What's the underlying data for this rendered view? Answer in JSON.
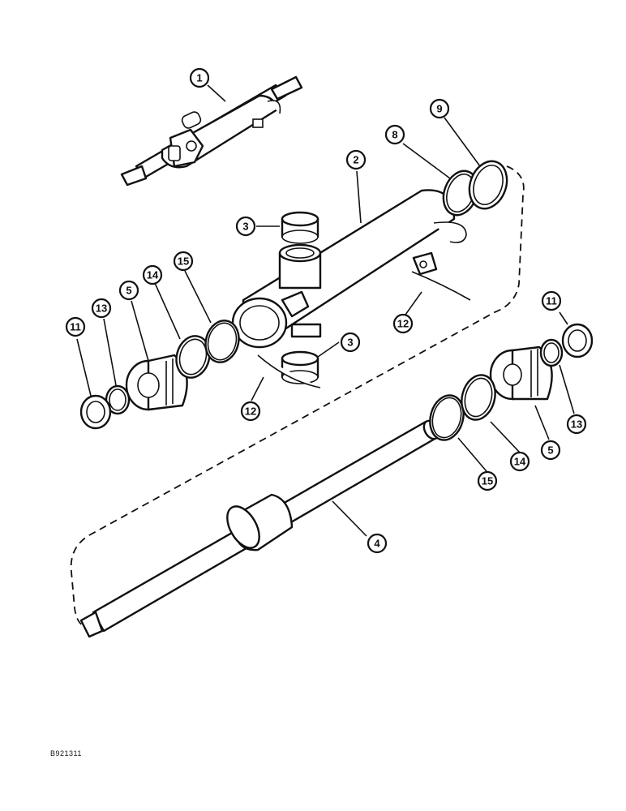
{
  "drawing_id": "B921311",
  "callouts": [
    {
      "id": "c1",
      "label": "1"
    },
    {
      "id": "c2",
      "label": "2"
    },
    {
      "id": "c3a",
      "label": "3"
    },
    {
      "id": "c3b",
      "label": "3"
    },
    {
      "id": "c4",
      "label": "4"
    },
    {
      "id": "c5a",
      "label": "5"
    },
    {
      "id": "c5b",
      "label": "5"
    },
    {
      "id": "c8",
      "label": "8"
    },
    {
      "id": "c9",
      "label": "9"
    },
    {
      "id": "c11a",
      "label": "11"
    },
    {
      "id": "c11b",
      "label": "11"
    },
    {
      "id": "c12a",
      "label": "12"
    },
    {
      "id": "c12b",
      "label": "12"
    },
    {
      "id": "c13a",
      "label": "13"
    },
    {
      "id": "c13b",
      "label": "13"
    },
    {
      "id": "c14a",
      "label": "14"
    },
    {
      "id": "c14b",
      "label": "14"
    },
    {
      "id": "c15a",
      "label": "15"
    },
    {
      "id": "c15b",
      "label": "15"
    }
  ]
}
